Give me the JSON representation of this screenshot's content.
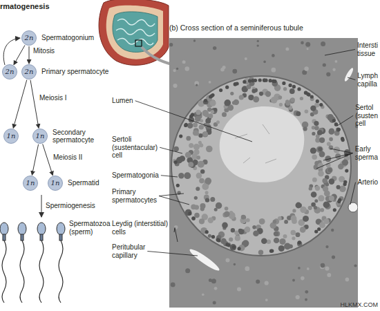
{
  "diagram": {
    "nodes": [
      {
        "text": [
          "2n",
          "Spermatogonium"
        ]
      },
      {
        "text": [
          "2n"
        ]
      },
      {
        "text": [
          "2n",
          "Primary spermatocyte"
        ]
      },
      {
        "text": [
          "1n"
        ]
      },
      {
        "text": [
          "1n",
          "Secondary spermatocyte"
        ]
      },
      {
        "text": [
          "1n"
        ]
      },
      {
        "text": [
          "1n",
          "Spermatid"
        ]
      }
    ],
    "edges": [
      {
        "from": 0,
        "to": 1,
        "arrow": "to"
      },
      {
        "from": 0,
        "to": 2,
        "label": "Mitosis",
        "arrow": "to"
      },
      {
        "from": 2,
        "to": 3,
        "arrow": "to"
      },
      {
        "from": 2,
        "to": 4,
        "label": "Meiosis I",
        "arrow": "to"
      },
      {
        "from": 4,
        "to": 5,
        "arrow": "to"
      },
      {
        "from": 4,
        "to": 6,
        "label": "Meiosis II",
        "arrow": "to"
      }
    ],
    "labels": [
      "rmatogenesis",
      "(b) Cross section of a seminiferous tubule",
      "Spermiogenesis",
      "Spermatozoa (sperm)",
      "Lumen",
      "Sertoli (sustentacular) cell",
      "Spermatogonia",
      "Primary spermatocytes",
      "Leydig (interstitial) cells",
      "Peritubular capillary",
      "Intersti tissue",
      "Lymph capilla",
      "Sertol (susten cell",
      "Early sperma",
      "Arterio",
      "HLKMX.COM"
    ]
  }
}
